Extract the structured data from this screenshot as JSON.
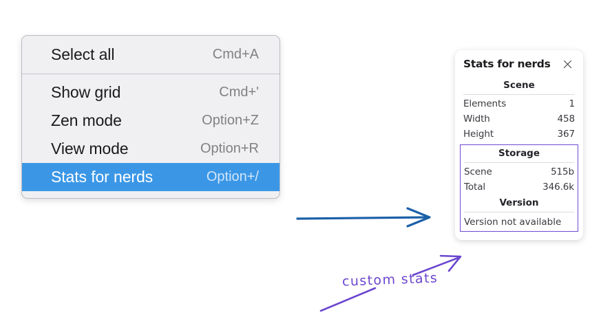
{
  "context_menu": {
    "groups": [
      {
        "items": [
          {
            "label": "Select all",
            "shortcut": "Cmd+A",
            "selected": false
          }
        ]
      },
      {
        "items": [
          {
            "label": "Show grid",
            "shortcut": "Cmd+'",
            "selected": false
          },
          {
            "label": "Zen mode",
            "shortcut": "Option+Z",
            "selected": false
          },
          {
            "label": "View mode",
            "shortcut": "Option+R",
            "selected": false
          },
          {
            "label": "Stats for nerds",
            "shortcut": "Option+/",
            "selected": true
          }
        ]
      }
    ],
    "highlight_color": "#3b97e6"
  },
  "stats_panel": {
    "title": "Stats for nerds",
    "close_icon": "close-icon",
    "scene": {
      "heading": "Scene",
      "rows": [
        {
          "key": "Elements",
          "value": "1"
        },
        {
          "key": "Width",
          "value": "458"
        },
        {
          "key": "Height",
          "value": "367"
        }
      ]
    },
    "storage": {
      "heading": "Storage",
      "rows": [
        {
          "key": "Scene",
          "value": "515b"
        },
        {
          "key": "Total",
          "value": "346.6k"
        }
      ]
    },
    "version": {
      "heading": "Version",
      "text": "Version not available"
    },
    "outline_color": "#7248d4"
  },
  "annotations": {
    "handwritten_label": "custom stats",
    "blue_arrow_color": "#1b60a8",
    "purple_color": "#6b46cf"
  }
}
